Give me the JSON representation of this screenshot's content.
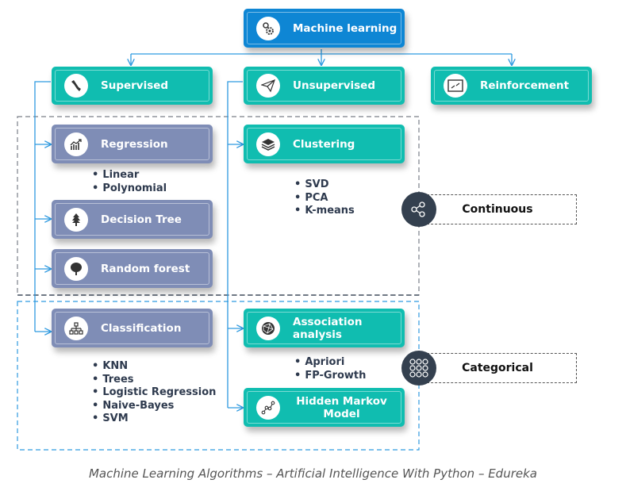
{
  "root": {
    "label": "Machine learning",
    "icon": "gears-icon"
  },
  "categories": [
    {
      "label": "Supervised",
      "icon": "wrench-icon"
    },
    {
      "label": "Unsupervised",
      "icon": "paper-plane-icon"
    },
    {
      "label": "Reinforcement",
      "icon": "resize-arrows-icon"
    }
  ],
  "supervised": {
    "regression": {
      "label": "Regression",
      "icon": "growth-chart-icon",
      "items": [
        "Linear",
        "Polynomial"
      ]
    },
    "decision_tree": {
      "label": "Decision Tree",
      "icon": "pine-tree-icon"
    },
    "random_forest": {
      "label": "Random forest",
      "icon": "tree-icon"
    },
    "classification": {
      "label": "Classification",
      "icon": "hierarchy-icon",
      "items": [
        "KNN",
        "Trees",
        "Logistic Regression",
        "Naive-Bayes",
        "SVM"
      ]
    }
  },
  "unsupervised": {
    "clustering": {
      "label": "Clustering",
      "icon": "layers-icon",
      "items": [
        "SVD",
        "PCA",
        "K-means"
      ]
    },
    "association": {
      "label": "Association analysis",
      "icon": "network-globe-icon",
      "items": [
        "Apriori",
        "FP-Growth"
      ]
    },
    "hmm": {
      "label": "Hidden Markov Model",
      "icon": "node-path-icon"
    }
  },
  "groups": [
    {
      "label": "Continuous",
      "icon": "share-nodes-icon"
    },
    {
      "label": "Categorical",
      "icon": "dot-grid-icon"
    }
  ],
  "caption": "Machine Learning Algorithms – Artificial Intelligence With Python – Edureka",
  "colors": {
    "teal": "#10bdb0",
    "blue": "#0e86d4",
    "slate": "#7f8db6",
    "dark": "#34404f",
    "connector": "#2f9ae0"
  }
}
